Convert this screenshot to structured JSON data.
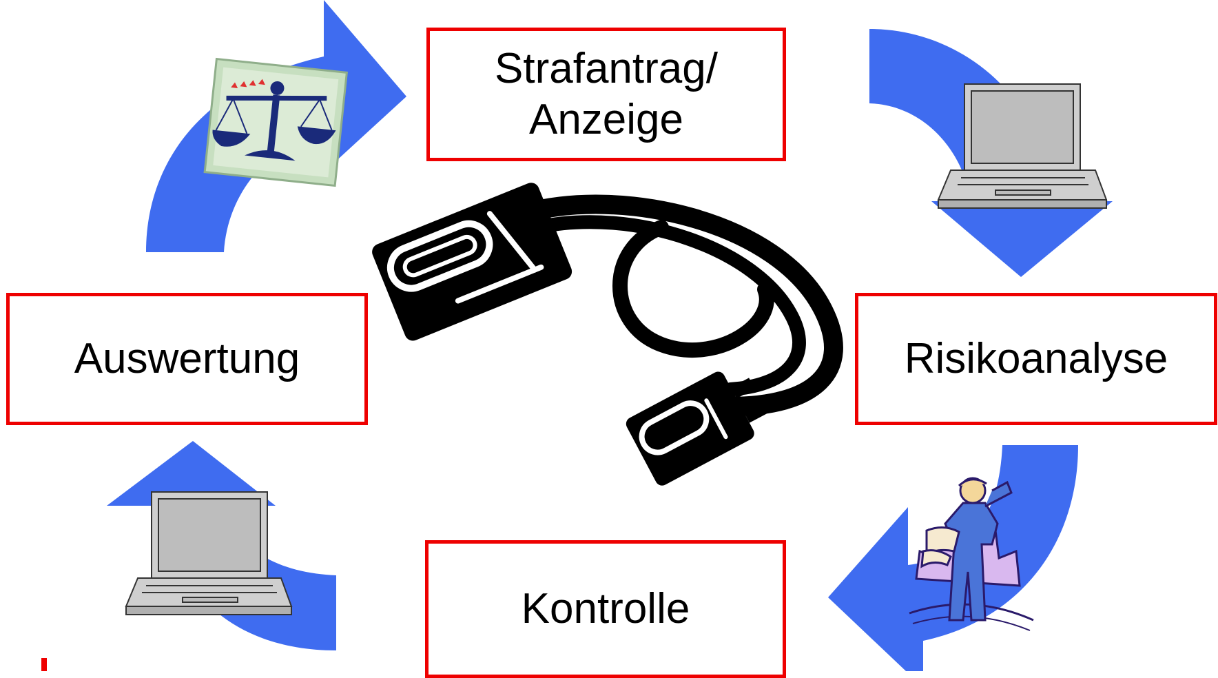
{
  "diagram": {
    "steps": [
      {
        "id": "top",
        "lines": [
          "Strafantrag/",
          "Anzeige"
        ]
      },
      {
        "id": "right",
        "lines": [
          "Risikoanalyse"
        ]
      },
      {
        "id": "bottom",
        "lines": [
          "Kontrolle"
        ]
      },
      {
        "id": "left",
        "lines": [
          "Auswertung"
        ]
      }
    ],
    "colors": {
      "box_border": "#ee0000",
      "arrow": "#3f6cf0",
      "text": "#000000"
    },
    "icons": [
      "scales-of-justice-icon",
      "laptop-icon",
      "surveyor-person-icon",
      "laptop-icon",
      "cable-connector-icon"
    ]
  }
}
